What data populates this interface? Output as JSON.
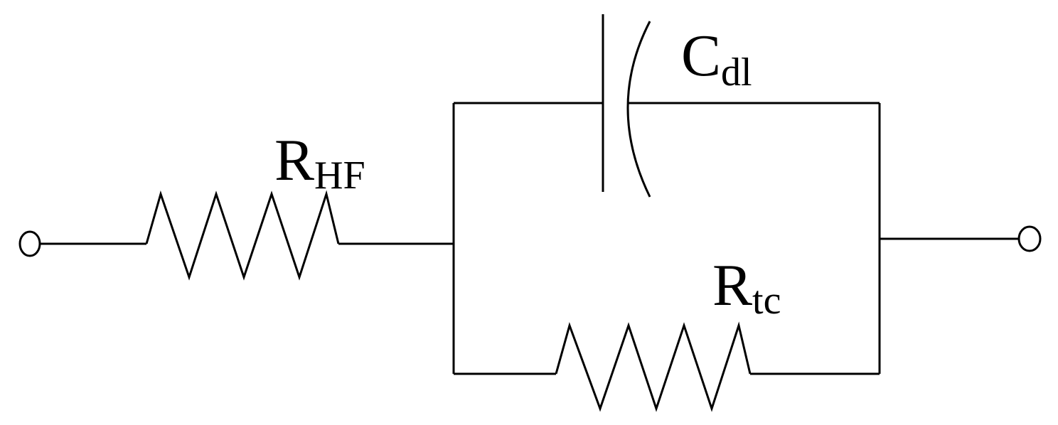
{
  "diagram": {
    "components": [
      {
        "id": "rhf",
        "main": "R",
        "sub": "HF"
      },
      {
        "id": "cdl",
        "main": "C",
        "sub": "dl"
      },
      {
        "id": "rtc",
        "main": "R",
        "sub": "tc"
      }
    ]
  },
  "colors": {
    "stroke": "#000000",
    "background": "#ffffff"
  }
}
